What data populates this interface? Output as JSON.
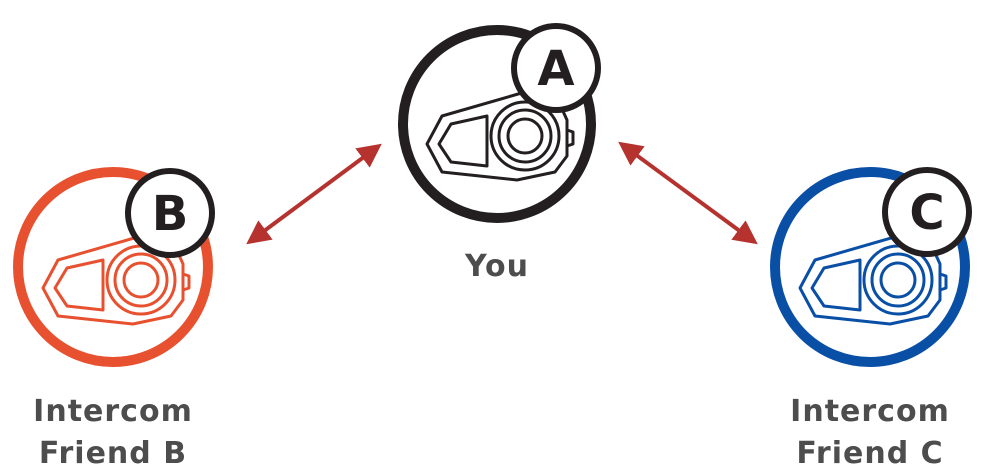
{
  "colors": {
    "you": "#231f20",
    "friend_b": "#e8512f",
    "friend_c": "#0a4fa6",
    "arrow": "#b5322e",
    "label_text": "#4d4d4d"
  },
  "nodes": {
    "you": {
      "badge": "A",
      "label": "You",
      "icon": "headset-device-icon"
    },
    "friend_b": {
      "badge": "B",
      "label_line1": "Intercom",
      "label_line2": "Friend B",
      "icon": "headset-device-icon"
    },
    "friend_c": {
      "badge": "C",
      "label_line1": "Intercom",
      "label_line2": "Friend C",
      "icon": "headset-device-icon"
    }
  },
  "connections": [
    {
      "from": "you",
      "to": "friend_b",
      "type": "bidirectional"
    },
    {
      "from": "you",
      "to": "friend_c",
      "type": "bidirectional"
    }
  ]
}
